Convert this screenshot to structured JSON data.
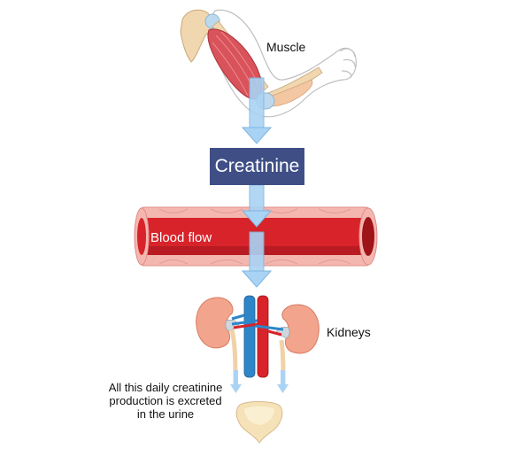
{
  "labels": {
    "muscle": "Muscle",
    "creatinine": "Creatinine",
    "blood_flow": "Blood flow",
    "kidneys": "Kidneys",
    "urine_line1": "All this daily creatinine",
    "urine_line2": "production is excreted",
    "urine_line3": "in the urine"
  },
  "colors": {
    "creatinine_box": "#3f4f86",
    "arrow_fill": "#a9d3f5",
    "arrow_stroke": "#7fb4e0",
    "vessel_red": "#d8232a",
    "vessel_dark": "#9e1418",
    "vessel_wall": "#f4b7b0",
    "kidney": "#f2a58c",
    "vein_blue": "#2e86c9",
    "muscle_red": "#d9535a",
    "bone": "#f1d7b0",
    "ureter": "#f0d2a8"
  }
}
